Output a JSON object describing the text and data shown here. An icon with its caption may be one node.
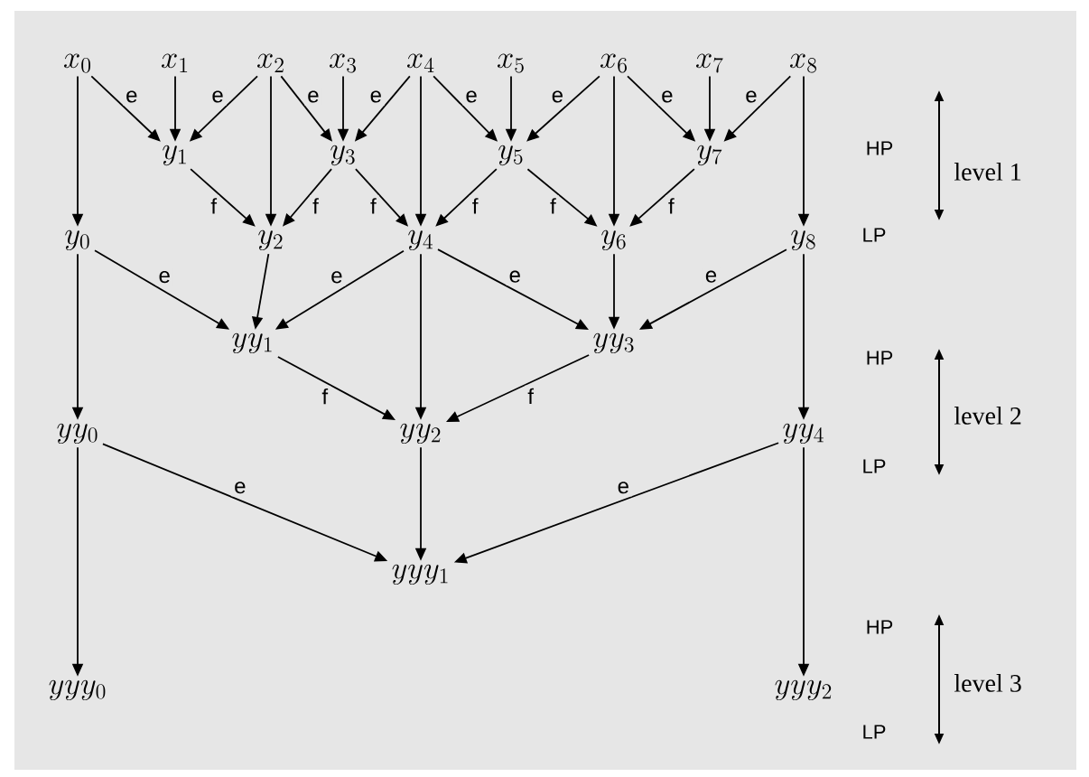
{
  "diagram": {
    "nodes": [
      {
        "text": [
          "x_{0}"
        ]
      },
      {
        "text": [
          "x_{1}"
        ]
      },
      {
        "text": [
          "x_{2}"
        ]
      },
      {
        "text": [
          "x_{3}"
        ]
      },
      {
        "text": [
          "x_{4}"
        ]
      },
      {
        "text": [
          "x_{5}"
        ]
      },
      {
        "text": [
          "x_{6}"
        ]
      },
      {
        "text": [
          "x_{7}"
        ]
      },
      {
        "text": [
          "x_{8}"
        ]
      },
      {
        "text": [
          "y_{1}"
        ]
      },
      {
        "text": [
          "y_{3}"
        ]
      },
      {
        "text": [
          "y_{5}"
        ]
      },
      {
        "text": [
          "y_{7}"
        ]
      },
      {
        "text": [
          "y_{0}"
        ]
      },
      {
        "text": [
          "y_{2}"
        ]
      },
      {
        "text": [
          "y_{4}"
        ]
      },
      {
        "text": [
          "y_{6}"
        ]
      },
      {
        "text": [
          "y_{8}"
        ]
      },
      {
        "text": [
          "yy_{1}"
        ]
      },
      {
        "text": [
          "yy_{3}"
        ]
      },
      {
        "text": [
          "yy_{0}"
        ]
      },
      {
        "text": [
          "yy_{2}"
        ]
      },
      {
        "text": [
          "yy_{4}"
        ]
      },
      {
        "text": [
          "yyy_{1}"
        ]
      },
      {
        "text": [
          "yyy_{0}"
        ]
      },
      {
        "text": [
          "yyy_{2}"
        ]
      }
    ],
    "edges": [
      {
        "from": 0,
        "to": 9,
        "arrow": "to",
        "label": "e"
      },
      {
        "from": 1,
        "to": 9,
        "arrow": "to"
      },
      {
        "from": 2,
        "to": 9,
        "arrow": "to",
        "label": "e"
      },
      {
        "from": 2,
        "to": 10,
        "arrow": "to",
        "label": "e"
      },
      {
        "from": 3,
        "to": 10,
        "arrow": "to"
      },
      {
        "from": 4,
        "to": 10,
        "arrow": "to",
        "label": "e"
      },
      {
        "from": 4,
        "to": 11,
        "arrow": "to",
        "label": "e"
      },
      {
        "from": 5,
        "to": 11,
        "arrow": "to"
      },
      {
        "from": 6,
        "to": 11,
        "arrow": "to",
        "label": "e"
      },
      {
        "from": 6,
        "to": 12,
        "arrow": "to",
        "label": "e"
      },
      {
        "from": 7,
        "to": 12,
        "arrow": "to"
      },
      {
        "from": 8,
        "to": 12,
        "arrow": "to",
        "label": "e"
      },
      {
        "from": 0,
        "to": 13,
        "arrow": "to"
      },
      {
        "from": 2,
        "to": 14,
        "arrow": "to"
      },
      {
        "from": 4,
        "to": 15,
        "arrow": "to"
      },
      {
        "from": 6,
        "to": 16,
        "arrow": "to"
      },
      {
        "from": 8,
        "to": 17,
        "arrow": "to"
      },
      {
        "from": 9,
        "to": 14,
        "arrow": "to",
        "label": "f"
      },
      {
        "from": 10,
        "to": 14,
        "arrow": "to",
        "label": "f"
      },
      {
        "from": 10,
        "to": 15,
        "arrow": "to",
        "label": "f"
      },
      {
        "from": 11,
        "to": 15,
        "arrow": "to",
        "label": "f"
      },
      {
        "from": 11,
        "to": 16,
        "arrow": "to",
        "label": "f"
      },
      {
        "from": 12,
        "to": 16,
        "arrow": "to",
        "label": "f"
      },
      {
        "from": 13,
        "to": 18,
        "arrow": "to",
        "label": "e"
      },
      {
        "from": 14,
        "to": 18,
        "arrow": "to"
      },
      {
        "from": 15,
        "to": 18,
        "arrow": "to",
        "label": "e"
      },
      {
        "from": 15,
        "to": 19,
        "arrow": "to",
        "label": "e"
      },
      {
        "from": 16,
        "to": 19,
        "arrow": "to"
      },
      {
        "from": 17,
        "to": 19,
        "arrow": "to",
        "label": "e"
      },
      {
        "from": 13,
        "to": 20,
        "arrow": "to"
      },
      {
        "from": 15,
        "to": 21,
        "arrow": "to"
      },
      {
        "from": 17,
        "to": 22,
        "arrow": "to"
      },
      {
        "from": 18,
        "to": 21,
        "arrow": "to",
        "label": "f"
      },
      {
        "from": 19,
        "to": 21,
        "arrow": "to",
        "label": "f"
      },
      {
        "from": 20,
        "to": 23,
        "arrow": "to",
        "label": "e"
      },
      {
        "from": 21,
        "to": 23,
        "arrow": "to"
      },
      {
        "from": 22,
        "to": 23,
        "arrow": "to",
        "label": "e"
      },
      {
        "from": 20,
        "to": 24,
        "arrow": "to"
      },
      {
        "from": 22,
        "to": 25,
        "arrow": "to"
      }
    ],
    "labels": [
      "HP",
      "level 1",
      "LP",
      "HP",
      "level 2",
      "LP",
      "HP",
      "level 3",
      "LP"
    ]
  }
}
